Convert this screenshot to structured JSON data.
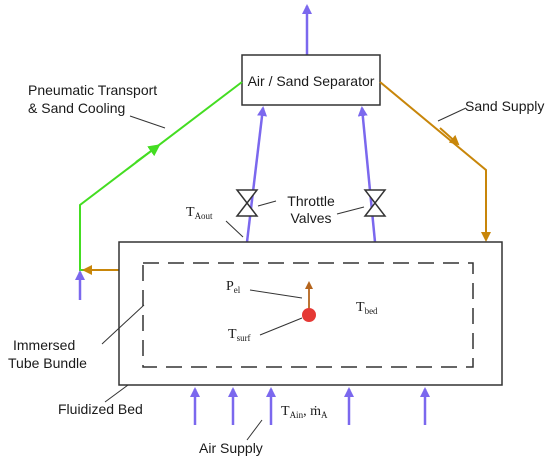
{
  "boxes": {
    "separator": "Air / Sand Separator"
  },
  "labels": {
    "pneumatic_line1": "Pneumatic Transport",
    "pneumatic_line2": "& Sand Cooling",
    "sand_supply": "Sand Supply",
    "throttle_line1": "Throttle",
    "throttle_line2": "Valves",
    "immersed_line1": "Immersed",
    "immersed_line2": "Tube Bundle",
    "fluidized_bed": "Fluidized Bed",
    "air_supply": "Air Supply"
  },
  "symbols": {
    "t_aout_main": "T",
    "t_aout_sub": "Aout",
    "p_el_main": "P",
    "p_el_sub": "el",
    "t_surf_main": "T",
    "t_surf_sub": "surf",
    "t_bed_main": "T",
    "t_bed_sub": "bed",
    "t_ain_main": "T",
    "t_ain_sub": "Ain",
    "t_ain_sep": ", ",
    "m_a_main": "ṁ",
    "m_a_sub": "A"
  },
  "colors": {
    "air_flow": "#7b68ee",
    "sand_supply": "#c8860a",
    "pneumatic": "#44dd22",
    "heater": "#e53935",
    "heater_arrow": "#b5651d",
    "line": "#333333"
  }
}
